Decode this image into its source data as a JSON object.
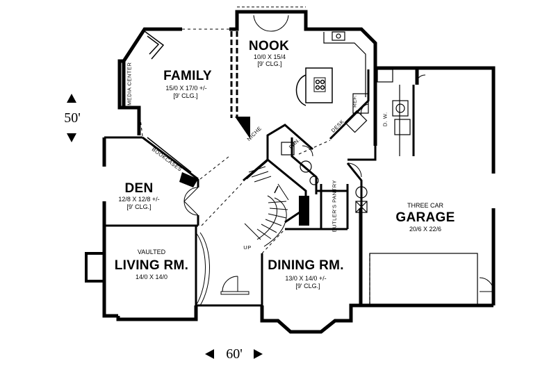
{
  "rooms": {
    "family": {
      "name": "FAMILY",
      "size": "15/0 X 17/0 +/-",
      "ceiling": "[9' CLG.]"
    },
    "nook": {
      "name": "NOOK",
      "size": "10/0 X 15/4",
      "ceiling": "[9' CLG.]"
    },
    "den": {
      "name": "DEN",
      "size": "12/8 X 12/8 +/-",
      "ceiling": "[9' CLG.]"
    },
    "living": {
      "prefix": "VAULTED",
      "name": "LIVING RM.",
      "size": "14/0 X 14/0"
    },
    "dining": {
      "name": "DINING RM.",
      "size": "13/0 X 14/0 +/-",
      "ceiling": "[9' CLG.]"
    },
    "garage": {
      "prefix": "THREE CAR",
      "name": "GARAGE",
      "size": "20/6 X 22/6"
    }
  },
  "fixtures": {
    "media_center": "MEDIA CENTER",
    "bookcases": "BOOKCASES",
    "niche": "NICHE",
    "desk": "DESK",
    "ref": "REF.",
    "pan": "PAN.",
    "dw": "D. W.",
    "butlers_pantry": "BUTLER'S PANTRY",
    "up": "UP"
  },
  "dimensions": {
    "depth": "50'",
    "width": "60'"
  }
}
